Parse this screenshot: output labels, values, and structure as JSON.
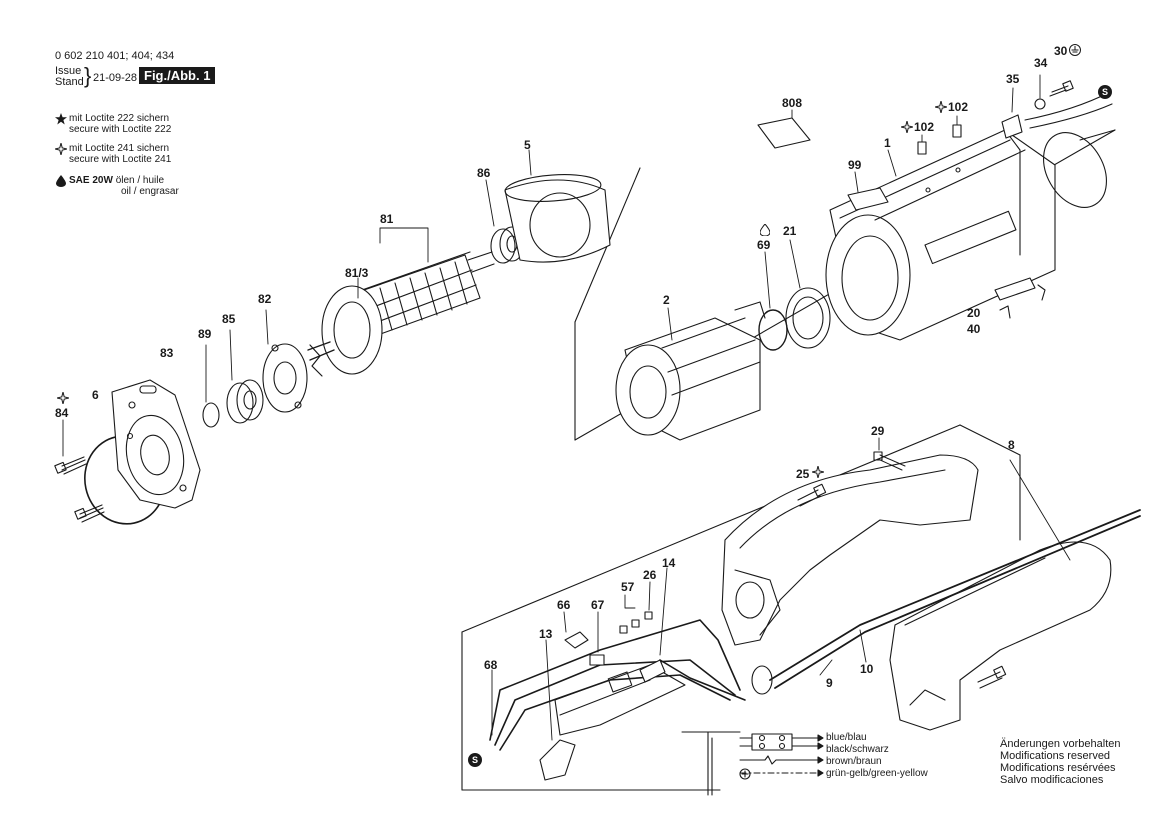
{
  "header": {
    "part_numbers": "0 602 210 401; 404; 434",
    "issue_label": "Issue",
    "stand_label": "Stand",
    "date": "21-09-28",
    "figure": "Fig./Abb. 1"
  },
  "legend": [
    {
      "icon": "star-filled-icon",
      "line1": "mit Loctite 222 sichern",
      "line2": "secure with Loctite 222"
    },
    {
      "icon": "star-outline-icon",
      "line1": "mit Loctite 241 sichern",
      "line2": "secure with Loctite 241"
    },
    {
      "icon": "oil-drop-icon",
      "line1_bold": "SAE 20W",
      "line1": "ölen / huile",
      "line2": "oil / engrasar"
    }
  ],
  "part_labels": {
    "p808": "808",
    "p1": "1",
    "p99": "99",
    "p102a": "102",
    "p102b": "102",
    "p35": "35",
    "p34": "34",
    "p30": "30",
    "p5": "5",
    "p86": "86",
    "p81": "81",
    "p81_3": "81/3",
    "p82": "82",
    "p85": "85",
    "p89": "89",
    "p83": "83",
    "p6": "6",
    "p84": "84",
    "p2": "2",
    "p69": "69",
    "p21": "21",
    "p20": "20",
    "p40": "40",
    "p29": "29",
    "p25": "25",
    "p8": "8",
    "p66": "66",
    "p67": "67",
    "p57": "57",
    "p26": "26",
    "p14": "14",
    "p13": "13",
    "p68": "68",
    "p9": "9",
    "p10": "10",
    "s_top": "S",
    "s_bottom": "S"
  },
  "wiring": [
    {
      "label": "blue/blau"
    },
    {
      "label": "black/schwarz"
    },
    {
      "label": "brown/braun"
    },
    {
      "label": "grün-gelb/green-yellow"
    }
  ],
  "notes": [
    "Änderungen vorbehalten",
    "Modifications reserved",
    "Modifications resérvées",
    "Salvo modificaciones"
  ],
  "colors": {
    "ink": "#1a1a1a",
    "paper": "#ffffff",
    "badge": "#1a1a1a"
  }
}
